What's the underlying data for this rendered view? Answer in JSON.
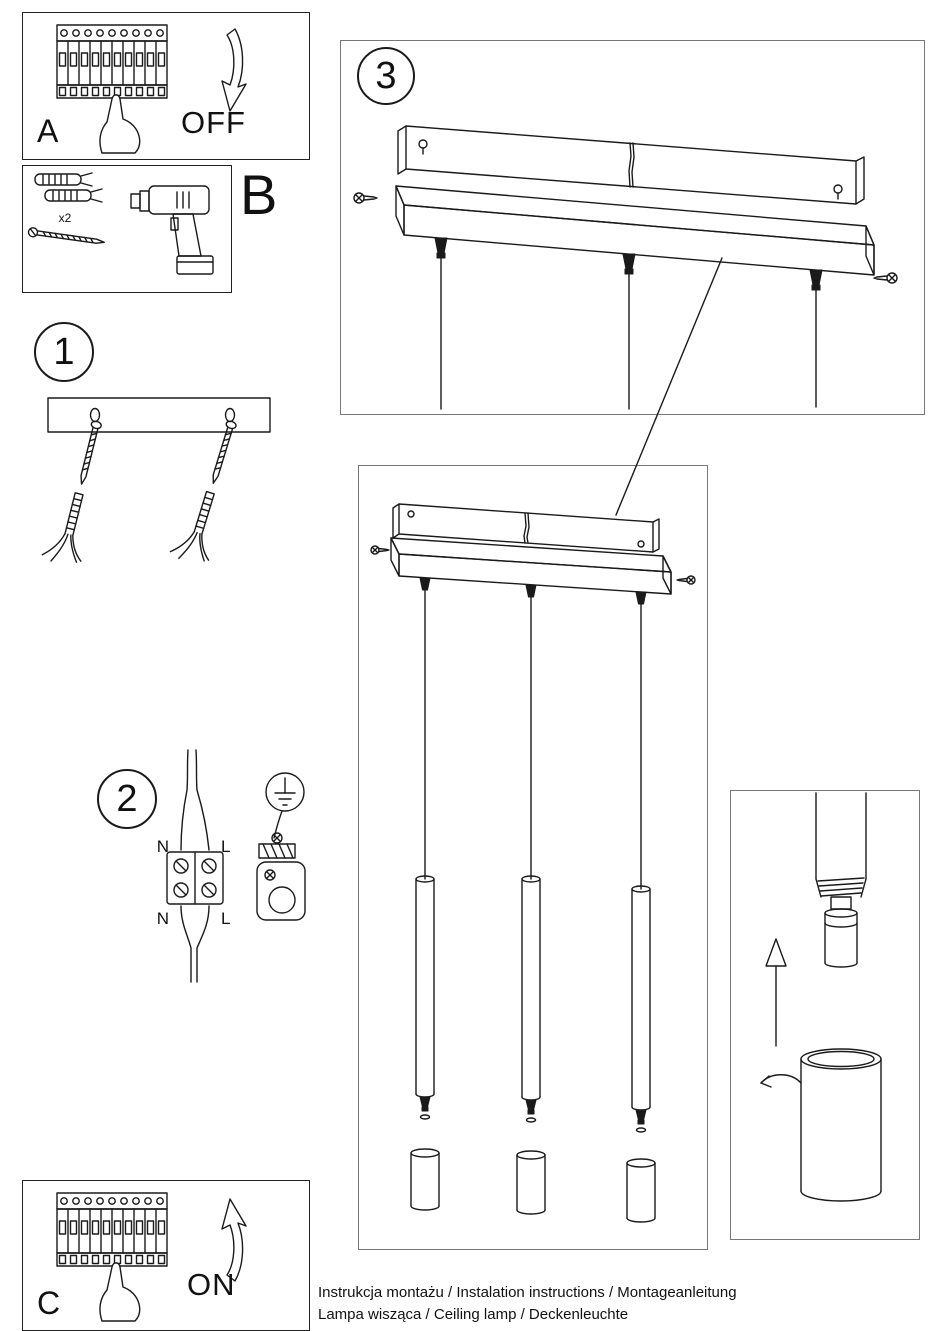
{
  "panels": {
    "a": {
      "label": "A",
      "action": "OFF"
    },
    "b": {
      "label": "B",
      "quantity": "x2"
    },
    "c": {
      "label": "C",
      "action": "ON"
    },
    "step1": {
      "number": "1"
    },
    "step2": {
      "number": "2",
      "labels": {
        "top_left": "N",
        "top_right": "L",
        "bottom_left": "N",
        "bottom_right": "L"
      }
    },
    "step3": {
      "number": "3"
    }
  },
  "footer": {
    "line1": "Instrukcja montażu / Instalation instructions / Montageanleitung",
    "line2": "Lampa wisząca / Ceiling lamp / Deckenleuchte"
  },
  "colors": {
    "ink": "#1a1a1a",
    "background": "#ffffff"
  }
}
